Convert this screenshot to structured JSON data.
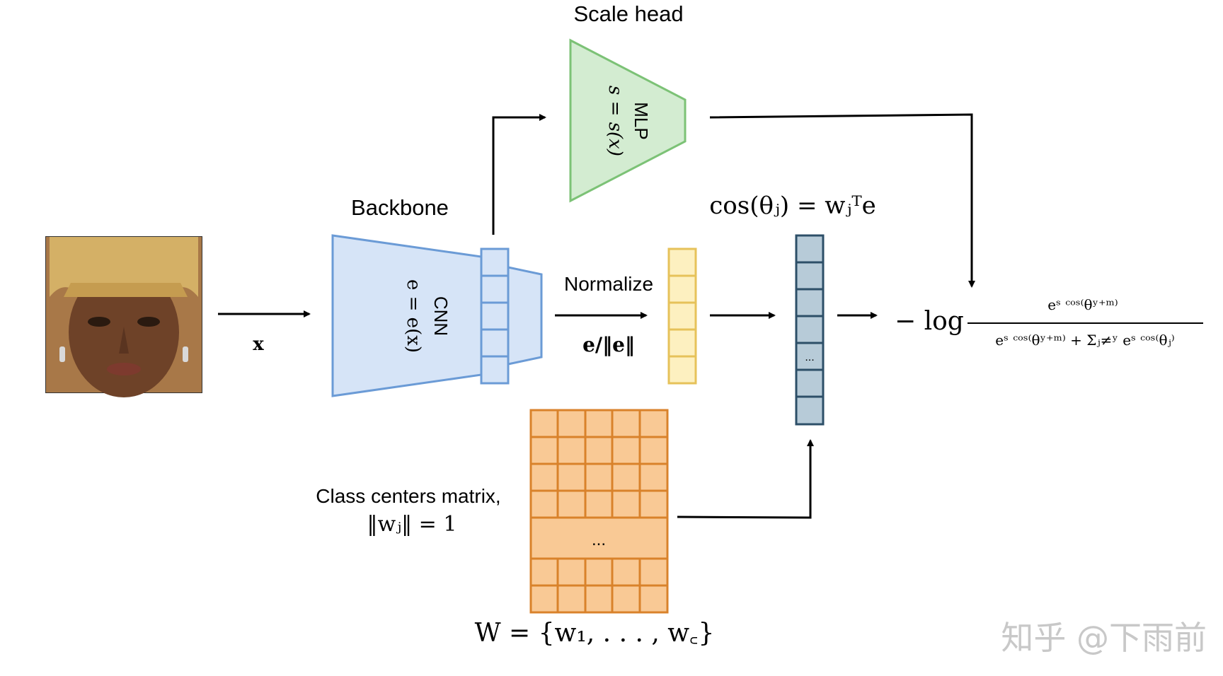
{
  "labels": {
    "scale_head": "Scale head",
    "mlp_name": "MLP",
    "mlp_formula": "s = s(x)",
    "backbone": "Backbone",
    "cnn_name": "CNN",
    "cnn_formula": "e = e(x)",
    "input_var": "x",
    "normalize": "Normalize",
    "normalize_formula": "e/‖e‖",
    "cos_formula": "cos(θⱼ) = wⱼᵀe",
    "class_centers": "Class centers matrix,",
    "class_norm": "‖wⱼ‖ = 1",
    "matrix_set": "W = {w₁, . . . , w꜀}",
    "ellipsis": "...",
    "loss_prefix": "− log",
    "loss_numerator": "eˢ ᶜᵒˢ⁽θʸ⁺ᵐ⁾",
    "loss_denominator": "eˢ ᶜᵒˢ⁽θʸ⁺ᵐ⁾ + Σⱼ≠ʸ eˢ ᶜᵒˢ⁽θⱼ⁾",
    "watermark": "知乎 @下雨前"
  },
  "colors": {
    "backbone_fill": "#d6e4f7",
    "backbone_stroke": "#6b9bd6",
    "mlp_fill": "#d3ecd1",
    "mlp_stroke": "#7cc276",
    "norm_fill": "#fdf0c0",
    "norm_stroke": "#e6c25a",
    "logit_fill": "#b7cbd8",
    "logit_stroke": "#2d4f68",
    "matrix_fill": "#f9c995",
    "matrix_stroke": "#d9822b"
  }
}
